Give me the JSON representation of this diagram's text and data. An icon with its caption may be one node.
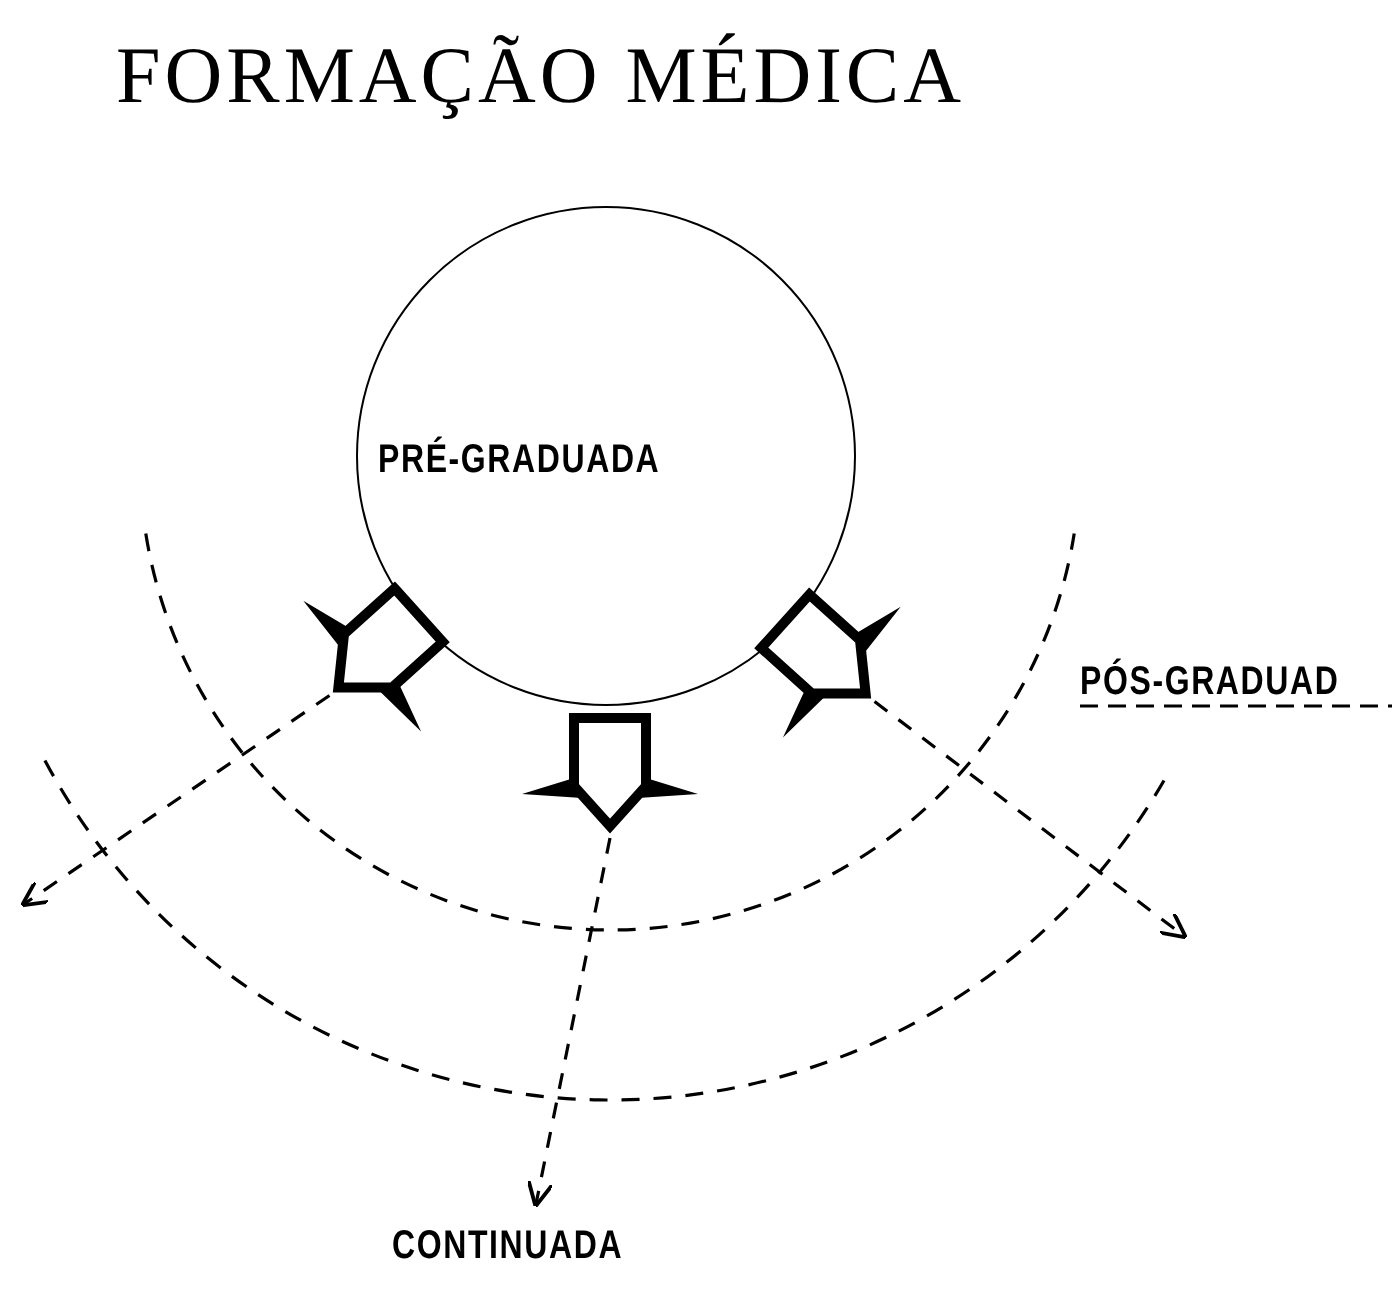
{
  "diagram": {
    "title": "FORMAÇÃO MÉDICA",
    "nodes": [
      {
        "text": [
          "PRÉ-GRADUADA"
        ]
      },
      {
        "text": [],
        "shape": "pentagon"
      },
      {
        "text": [],
        "shape": "pentagon"
      },
      {
        "text": [],
        "shape": "pentagon"
      },
      {
        "text": [
          "CONTINUADA"
        ]
      }
    ],
    "edges": [
      {
        "from": 1,
        "to": null,
        "arrow": "to",
        "style": "dashed"
      },
      {
        "from": 2,
        "to": 4,
        "arrow": "to",
        "style": "dashed"
      },
      {
        "from": 3,
        "to": null,
        "arrow": "to",
        "style": "dashed"
      }
    ],
    "labels": [
      "PÓS-GRADUAD"
    ]
  }
}
